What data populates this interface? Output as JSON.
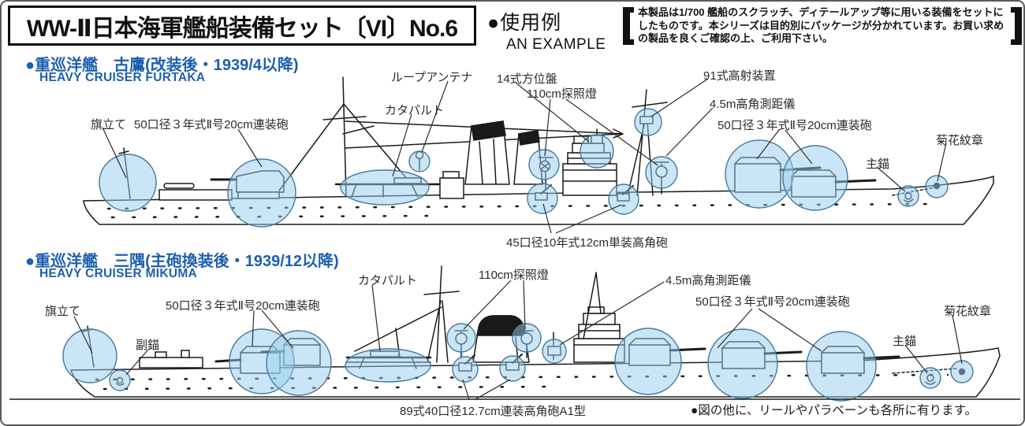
{
  "header": {
    "title": "WW-Ⅱ日本海軍艦船装備セット〔VI〕No.6",
    "usage_jp": "●使用例",
    "usage_en": "AN EXAMPLE",
    "note": "本製品は1/700 艦船のスクラッチ、ディテールアップ等に用いる装備をセットにしたものです。本シリーズは目的別にパッケージが分かれています。お買い求めの製品を良くご確認の上、ご利用下さい。"
  },
  "ship1": {
    "name_jp": "●重巡洋艦　古鷹(改装後・1939/4以降)",
    "name_en": "HEAVY CRUISER FURTAKA",
    "labels": {
      "flag_staff": "旗立て",
      "gun_aft": "50口径３年式Ⅱ号20cm連装砲",
      "catapult": "カタパルト",
      "loop_antenna": "ループアンテナ",
      "director_type14": "14式方位盤",
      "searchlight_110cm": "110cm探照燈",
      "aa_director_type91": "91式高射装置",
      "rangefinder_45m": "4.5m高角測距儀",
      "gun_fore": "50口径３年式Ⅱ号20cm連装砲",
      "crest": "菊花紋章",
      "anchor_main": "主錨",
      "ha_gun_12cm": "45口径10年式12cm単装高角砲"
    }
  },
  "ship2": {
    "name_jp": "●重巡洋艦　三隅(主砲換装後・1939/12以降)",
    "name_en": "HEAVY CRUISER MIKUMA",
    "labels": {
      "flag_staff": "旗立て",
      "anchor_sub": "副錨",
      "gun_aft": "50口径３年式Ⅱ号20cm連装砲",
      "catapult": "カタパルト",
      "searchlight_110cm": "110cm探照燈",
      "rangefinder_45m": "4.5m高角測距儀",
      "gun_fore": "50口径３年式Ⅱ号20cm連装砲",
      "crest": "菊花紋章",
      "anchor_main": "主錨",
      "ha_gun_89": "89式40口径12.7cm連装高角砲A1型"
    }
  },
  "footer": {
    "note": "●図の他に、リールやパラベーンも各所に有ります。"
  },
  "colors": {
    "heading_blue": "#1d5fae",
    "highlight_fill": "#bcdcf0",
    "highlight_stroke": "#46789b",
    "line_art": "#1a1a1a"
  }
}
